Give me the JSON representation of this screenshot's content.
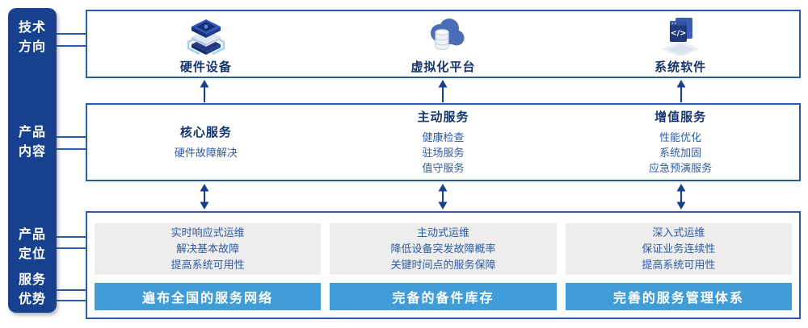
{
  "colors": {
    "sidebar_bg": "#17418e",
    "box_border": "#2a5aa8",
    "header_text": "#14356e",
    "body_text": "#2e5aa4",
    "panel_bg": "#ededed",
    "banner_bg": "#419dd7",
    "banner_text": "#ffffff",
    "arrow": "#1c3f8d"
  },
  "sidebar": {
    "items": [
      {
        "id": "tech-direction",
        "line1": "技术",
        "line2": "方向"
      },
      {
        "id": "product-content",
        "line1": "产品",
        "line2": "内容"
      },
      {
        "id": "product-positioning",
        "line1": "产品",
        "line2": "定位"
      },
      {
        "id": "service-advantage",
        "line1": "服务",
        "line2": "优势"
      }
    ]
  },
  "tech_row": {
    "items": [
      {
        "icon": "server-stack-icon",
        "label": "硬件设备"
      },
      {
        "icon": "cloud-database-icon",
        "label": "虚拟化平台"
      },
      {
        "icon": "code-window-icon",
        "label": "系统软件"
      }
    ]
  },
  "content_row": {
    "columns": [
      {
        "header": "核心服务",
        "items": [
          "硬件故障解决"
        ]
      },
      {
        "header": "主动服务",
        "items": [
          "健康检查",
          "驻场服务",
          "值守服务"
        ]
      },
      {
        "header": "增值服务",
        "items": [
          "性能优化",
          "系统加固",
          "应急预演服务"
        ]
      }
    ]
  },
  "positioning_row": {
    "columns": [
      {
        "lines": [
          "实时响应式运维",
          "解决基本故障",
          "提高系统可用性"
        ],
        "banner": "遍布全国的服务网络"
      },
      {
        "lines": [
          "主动式运维",
          "降低设备突发故障概率",
          "关键时间点的服务保障"
        ],
        "banner": "完备的备件库存"
      },
      {
        "lines": [
          "深入式运维",
          "保证业务连续性",
          "提高系统可用性"
        ],
        "banner": "完善的服务管理体系"
      }
    ]
  }
}
